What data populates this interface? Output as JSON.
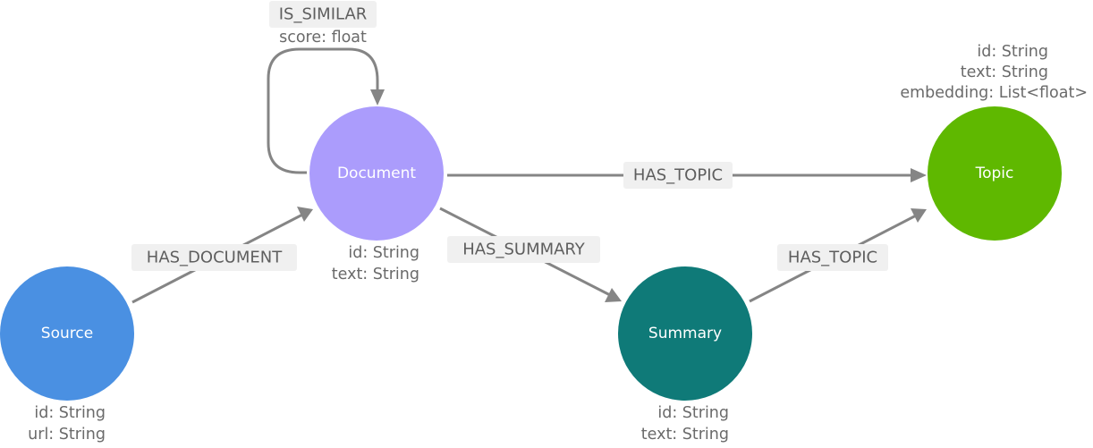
{
  "colors": {
    "source": "#4a90e2",
    "document": "#ab9cfc",
    "summary": "#0f7a78",
    "topic": "#5fb800",
    "edge": "#858585",
    "edge_label_bg": "#f0f0f0"
  },
  "nodes": {
    "source": {
      "label": "Source",
      "props": [
        "id: String",
        "url: String"
      ]
    },
    "document": {
      "label": "Document",
      "props": [
        "id: String",
        "text: String"
      ]
    },
    "summary": {
      "label": "Summary",
      "props": [
        "id: String",
        "text: String"
      ]
    },
    "topic": {
      "label": "Topic",
      "props": [
        "id: String",
        "text: String",
        "embedding: List<float>"
      ]
    }
  },
  "edges": {
    "has_document": {
      "label": "HAS_DOCUMENT"
    },
    "is_similar": {
      "label": "IS_SIMILAR",
      "props": [
        "score: float"
      ]
    },
    "has_topic_doc": {
      "label": "HAS_TOPIC"
    },
    "has_summary": {
      "label": "HAS_SUMMARY"
    },
    "has_topic_summary": {
      "label": "HAS_TOPIC"
    }
  }
}
